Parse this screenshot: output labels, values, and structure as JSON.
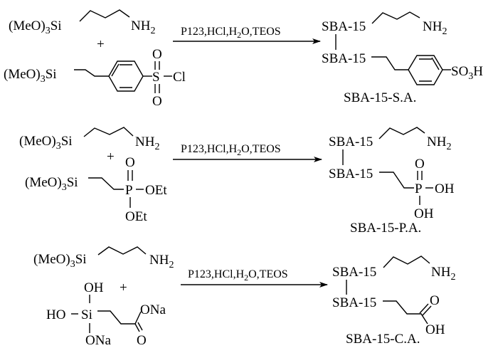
{
  "reagent_amine": {
    "pre": "(MeO)",
    "sub": "3",
    "post": "Si",
    "group": "NH",
    "group_sub": "2"
  },
  "plus": "+",
  "conditions": {
    "pre": "P123,HCl,H",
    "sub": "2",
    "post": "O,TEOS"
  },
  "reaction1": {
    "reactant2": {
      "pre": "(MeO)",
      "sub": "3",
      "post": "Si",
      "o_top": "O",
      "o_bottom": "O",
      "s": "S",
      "cl": "Cl"
    },
    "product": {
      "support": "SBA-15",
      "so3h_pre": "SO",
      "so3h_sub": "3",
      "so3h_post": "H",
      "label": "SBA-15-S.A."
    }
  },
  "reaction2": {
    "reactant2": {
      "pre": "(MeO)",
      "sub": "3",
      "post": "Si",
      "o_top": "O",
      "p": "P",
      "oet": "OEt"
    },
    "product": {
      "support": "SBA-15",
      "o_top": "O",
      "p": "P",
      "oh": "OH",
      "label": "SBA-15-P.A."
    }
  },
  "reaction3": {
    "reactant2": {
      "oh_top": "OH",
      "ho": "HO",
      "si": "Si",
      "ona": "ONa",
      "o": "O"
    },
    "product": {
      "support": "SBA-15",
      "o": "O",
      "oh": "OH",
      "label": "SBA-15-C.A."
    }
  }
}
